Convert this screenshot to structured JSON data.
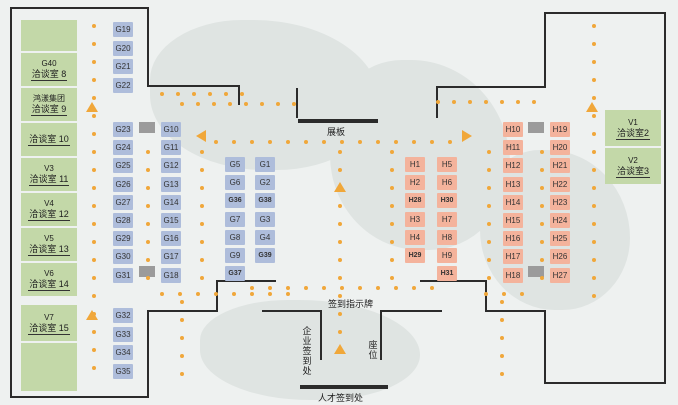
{
  "colors": {
    "booth_g": "#aebddb",
    "booth_h": "#f4b39c",
    "room": "#c3d8a8",
    "path_dot": "#f0a73a",
    "pillar": "#9b9b9b",
    "wall": "#2b2b2b"
  },
  "labels": {
    "exhibition_board": "展板",
    "signin_sign": "签到指示牌",
    "enterprise_signin": "企业签到处",
    "seating": "座位",
    "talent_signin": "人才签到处"
  },
  "rooms": [
    {
      "code": "G40",
      "name": "洽谈室 8"
    },
    {
      "code": "鸿漾集团",
      "name": "洽谈室 9"
    },
    {
      "code": "",
      "name": "洽谈室 10"
    },
    {
      "code": "V3",
      "name": "洽谈室 11"
    },
    {
      "code": "V4",
      "name": "洽谈室 12"
    },
    {
      "code": "V5",
      "name": "洽谈室 13"
    },
    {
      "code": "V6",
      "name": "洽谈室 14"
    },
    {
      "code": "V7",
      "name": "洽谈室 15"
    },
    {
      "code": "V1",
      "name": "洽谈室2"
    },
    {
      "code": "V2",
      "name": "洽谈室3"
    }
  ],
  "booths": {
    "g_top": [
      "G19",
      "G20",
      "G21",
      "G22"
    ],
    "g_left_col": [
      "G23",
      "G24",
      "G25",
      "G26",
      "G27",
      "G28",
      "G29",
      "G30",
      "G31"
    ],
    "g_right_col": [
      "G10",
      "G11",
      "G12",
      "G13",
      "G14",
      "G15",
      "G16",
      "G17",
      "G18"
    ],
    "g_bottom": [
      "G32",
      "G33",
      "G34",
      "G35"
    ],
    "g_center_left": [
      "G5",
      "G6",
      "G36",
      "G7",
      "G8",
      "G9",
      "G37"
    ],
    "g_center_right": [
      "G1",
      "G2",
      "G38",
      "G3",
      "G4",
      "G39"
    ],
    "h_center_left": [
      "H1",
      "H2",
      "H28",
      "H3",
      "H4",
      "H29"
    ],
    "h_center_right": [
      "H5",
      "H6",
      "H30",
      "H7",
      "H8",
      "H9",
      "H31"
    ],
    "h_right_left": [
      "H10",
      "H11",
      "H12",
      "H13",
      "H14",
      "H15",
      "H16",
      "H17",
      "H18"
    ],
    "h_right_right": [
      "H19",
      "H20",
      "H21",
      "H22",
      "H23",
      "H24",
      "H25",
      "H26",
      "H27"
    ]
  }
}
